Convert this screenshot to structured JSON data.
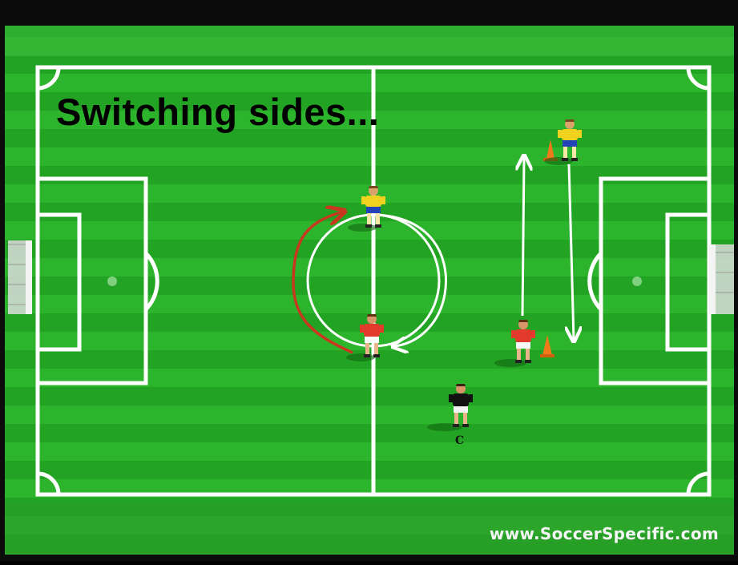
{
  "diagram": {
    "title": "Switching sides...",
    "coach_label": "C",
    "watermark": "www.SoccerSpecific.com",
    "colors": {
      "pitch_dark": "#1f9a1f",
      "pitch_light": "#2db42d",
      "line": "#ffffff",
      "team_red": "#e23b2e",
      "team_yellow": "#f1d21e",
      "coach": "#111111",
      "cone": "#f07a1a",
      "run_arrow": "#c8371f"
    },
    "players": [
      {
        "team": "yellow",
        "role": "player"
      },
      {
        "team": "yellow",
        "role": "player"
      },
      {
        "team": "red",
        "role": "player"
      },
      {
        "team": "red",
        "role": "player"
      },
      {
        "team": "black",
        "role": "coach"
      }
    ]
  }
}
